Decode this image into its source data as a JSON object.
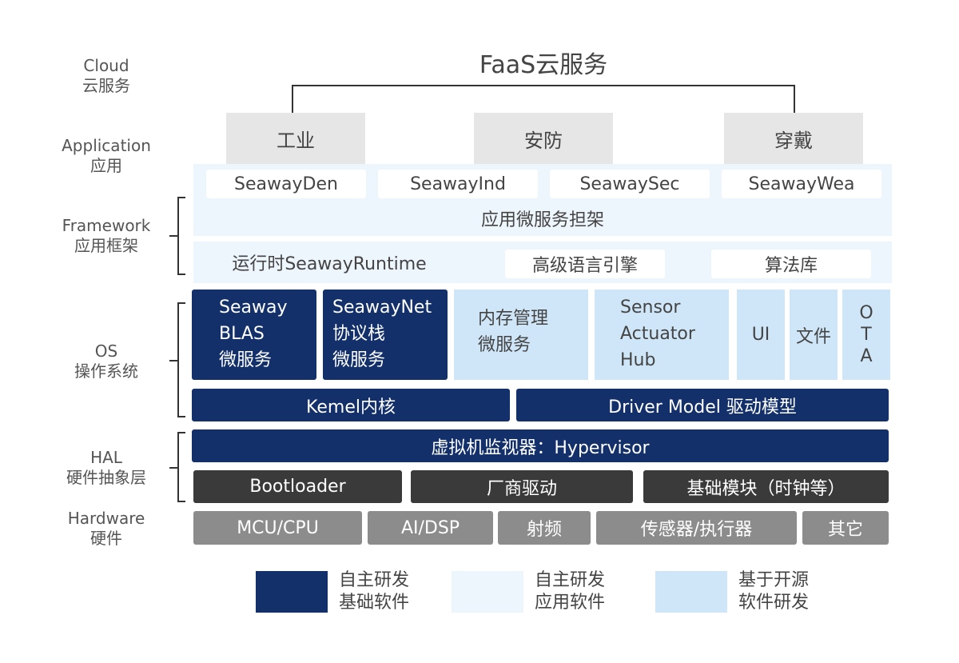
{
  "layers": {
    "cloud": "Cloud\n云服务",
    "application": "Application\n应用",
    "framework": "Framework\n应用框架",
    "os": "OS\n操作系统",
    "hal": "HAL\n硬件抽象层",
    "hardware": "Hardware\n硬件"
  },
  "faas_title": "FaaS云服务",
  "app_tabs": [
    "工业",
    "安防",
    "穿戴"
  ],
  "seaway_apps": [
    "SeawayDen",
    "SeawayInd",
    "SeawaySec",
    "SeawayWea"
  ],
  "framework": {
    "microservice_frame": "应用微服务担架",
    "runtime": "运行时SeawayRuntime",
    "engine": "高级语言引擎",
    "algo": "算法库"
  },
  "os": {
    "blas": "Seaway\nBLAS\n微服务",
    "net": "SeawayNet\n协议栈\n微服务",
    "memory": "内存管理\n微服务",
    "sensor": "Sensor\nActuator\nHub",
    "ui": "UI",
    "file": "文件",
    "ota": "O\nT\nA",
    "kernel": "Kemel内核",
    "driver_model": "Driver Model 驱动模型"
  },
  "hal": {
    "hypervisor": "虚拟机监视器：Hypervisor",
    "bootloader": "Bootloader",
    "vendor_driver": "厂商驱动",
    "basic_modules": "基础模块（时钟等）"
  },
  "hardware": [
    "MCU/CPU",
    "AI/DSP",
    "射频",
    "传感器/执行器",
    "其它"
  ],
  "legend": [
    {
      "label": "自主研发\n基础软件",
      "color": "#13306b"
    },
    {
      "label": "自主研发\n应用软件",
      "color": "#edf5fd"
    },
    {
      "label": "基于开源\n软件研发",
      "color": "#cfe6f8"
    }
  ]
}
